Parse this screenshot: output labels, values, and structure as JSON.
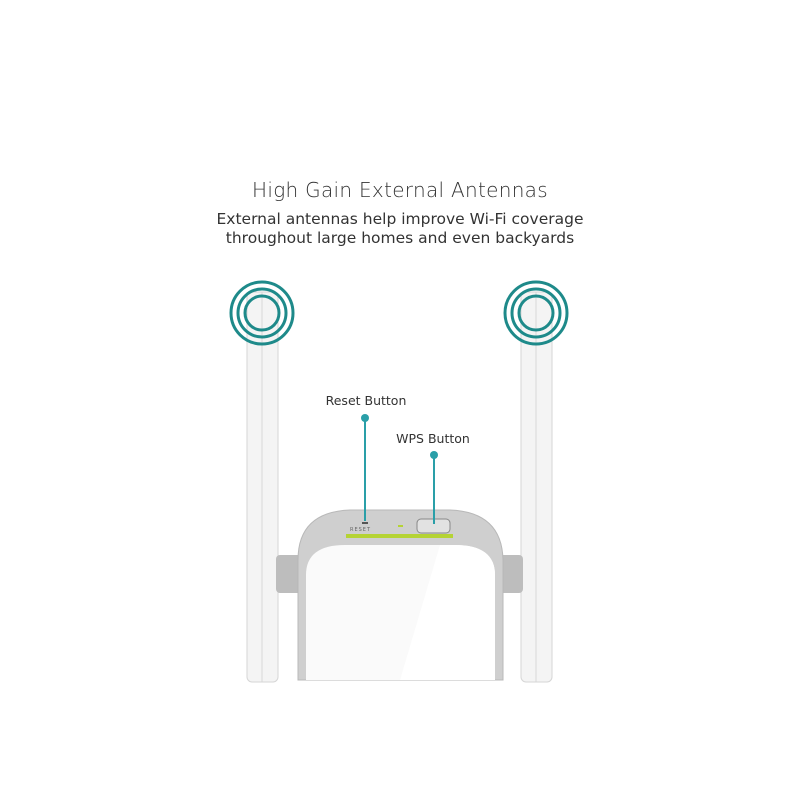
{
  "heading": {
    "title": "High Gain External Antennas",
    "subtitle_line1": "External antennas help improve Wi-Fi coverage",
    "subtitle_line2": "throughout large homes and even backyards"
  },
  "callouts": {
    "reset": "Reset Button",
    "wps": "WPS Button"
  },
  "device": {
    "reset_port_text": "RESET"
  },
  "colors": {
    "accent_teal": "#1e8a8a",
    "callout_teal": "#2a9fa8",
    "led_green": "#b5d334",
    "housing_gray": "#c8c8c8"
  }
}
